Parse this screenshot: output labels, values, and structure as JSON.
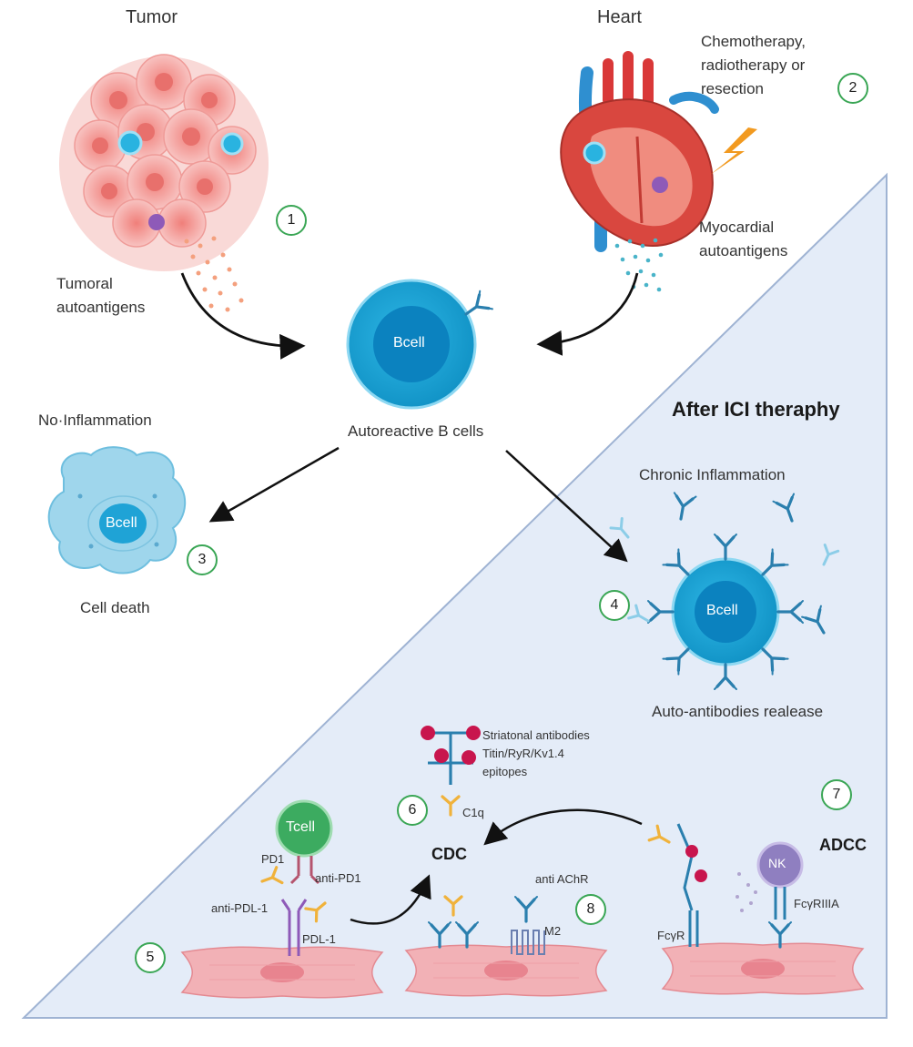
{
  "labels": {
    "tumor": "Tumor",
    "heart": "Heart",
    "treatment": [
      "Chemotherapy,",
      "radiotherapy or",
      "resection"
    ],
    "tumoral_autoantigens": [
      "Tumoral",
      "autoantigens"
    ],
    "myocardial_autoantigens": [
      "Myocardial",
      "autoantigens"
    ],
    "autoreactive_b_cells": "Autoreactive B cells",
    "after_ici": "After ICI theraphy",
    "no_inflammation": "No·Inflammation",
    "cell_death": "Cell death",
    "chronic_inflammation": "Chronic Inflammation",
    "auto_antibodies_release": "Auto-antibodies realease",
    "striational_antibodies": "Striatonal antibodies",
    "epitopes": [
      "Titin/RyR/Kv1.4",
      "epitopes"
    ],
    "c1q": "C1q",
    "cdc": "CDC",
    "adcc": "ADCC",
    "anti_achr": "anti AChR",
    "m2": "M2",
    "pd1": "PD1",
    "anti_pd1": "anti-PD1",
    "anti_pdl1": "anti-PDL-1",
    "pdl1": "PDL-1",
    "fcyr": "FcγR",
    "fcyriiia": "FcγRIIIA"
  },
  "cells": {
    "bcell": "Bcell",
    "tcell": "Tcell",
    "nk": "NK"
  },
  "steps": [
    "1",
    "2",
    "3",
    "4",
    "5",
    "6",
    "7",
    "8"
  ],
  "colors": {
    "bcell": "#1fa3d6",
    "bcell_nucleus": "#0b82bf",
    "triangle_bg": "#e4ecf8",
    "triangle_edge": "#9fb3d3",
    "step_ring": "#3aa655",
    "myocyte": "#f2b1b6",
    "tumor": "#f28f8c",
    "tcell": "#3cab60",
    "nk": "#8f7fc0",
    "antibody": "#2a7fae",
    "c1q": "#f0b23b",
    "antigen": "#c8154d"
  }
}
